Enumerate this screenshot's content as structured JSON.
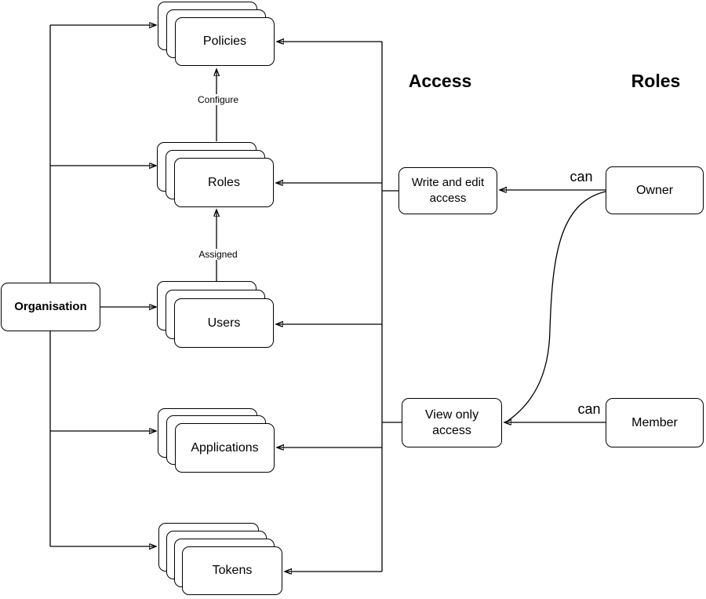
{
  "headings": {
    "access": "Access",
    "roles": "Roles"
  },
  "organisation": {
    "label": "Organisation"
  },
  "stacks": [
    {
      "id": "policies",
      "label": "Policies",
      "layers": 3
    },
    {
      "id": "roles",
      "label": "Roles",
      "layers": 3
    },
    {
      "id": "users",
      "label": "Users",
      "layers": 3
    },
    {
      "id": "applications",
      "label": "Applications",
      "layers": 3
    },
    {
      "id": "tokens",
      "label": "Tokens",
      "layers": 4
    }
  ],
  "access_nodes": [
    {
      "id": "write-edit-access",
      "label": "Write and edit access"
    },
    {
      "id": "view-only-access",
      "label": "View only access"
    }
  ],
  "role_nodes": [
    {
      "id": "owner",
      "label": "Owner"
    },
    {
      "id": "member",
      "label": "Member"
    }
  ],
  "edge_labels": {
    "configure": "Configure",
    "assigned": "Assigned",
    "owner_can": "can",
    "member_can": "can"
  },
  "colors": {
    "stroke": "#000000",
    "node_fill": "#ffffff",
    "background": "#ffffff",
    "text": "#000000"
  }
}
